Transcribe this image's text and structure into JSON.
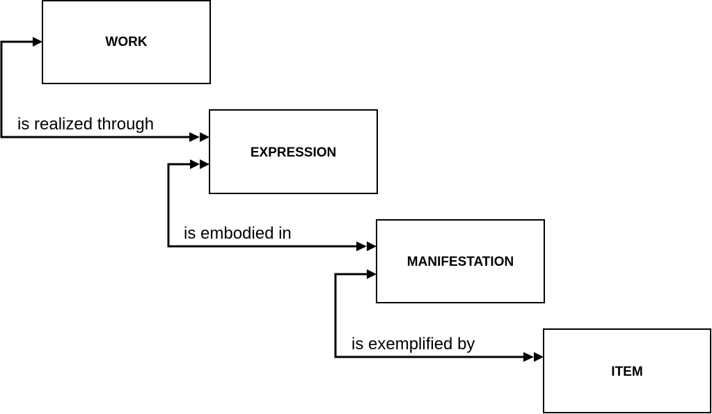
{
  "entities": {
    "work": "WORK",
    "expression": "EXPRESSION",
    "manifestation": "MANIFESTATION",
    "item": "ITEM"
  },
  "relationships": {
    "work_expression": "is realized through",
    "expression_manifestation": "is embodied in",
    "manifestation_item": "is exemplified by"
  },
  "colors": {
    "line": "#000000",
    "box_fill": "#ffffff"
  }
}
